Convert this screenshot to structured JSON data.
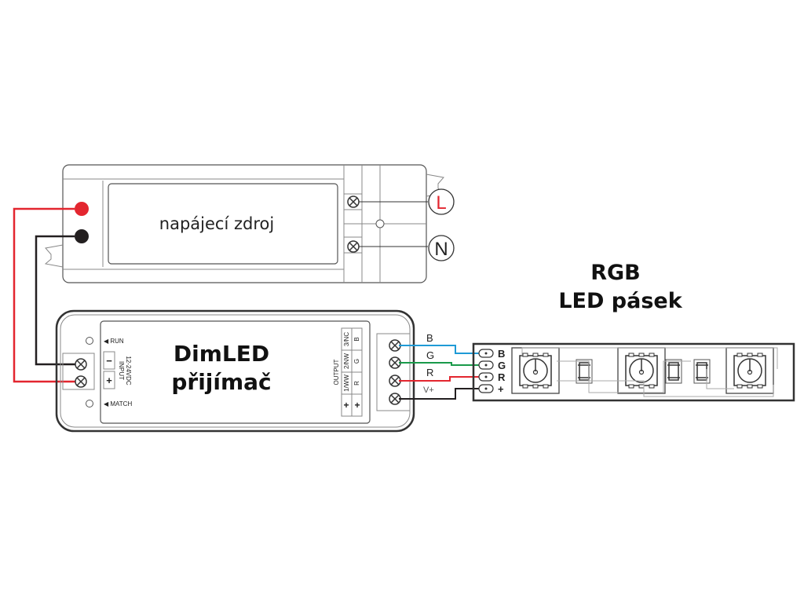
{
  "power_supply": {
    "label": "napájecí zdroj",
    "terminals": [
      "L",
      "N"
    ],
    "output_colors": {
      "positive": "#e3262f",
      "negative": "#231f20"
    }
  },
  "receiver": {
    "title_line1": "DimLED",
    "title_line2": "přijímač",
    "run_label": "RUN",
    "match_label": "MATCH",
    "input_label": "INPUT",
    "input_voltage": "12-24VDC",
    "input_minus": "−",
    "input_plus": "+",
    "output_label": "OUTPUT",
    "output_channels": [
      {
        "top": "3/NC",
        "bottom": "B"
      },
      {
        "top": "2/NW",
        "bottom": "G"
      },
      {
        "top": "1/WW",
        "bottom": "R"
      },
      {
        "top": "+",
        "bottom": "+"
      }
    ]
  },
  "wires": {
    "labels": [
      "B",
      "G",
      "R",
      "V+"
    ],
    "colors": {
      "B": "#1f9ad6",
      "G": "#1a9a4a",
      "R": "#e3262f",
      "V+": "#231f20"
    }
  },
  "led_strip": {
    "title_line1": "RGB",
    "title_line2": "LED pásek",
    "pads": [
      "B",
      "G",
      "R",
      "+"
    ]
  }
}
